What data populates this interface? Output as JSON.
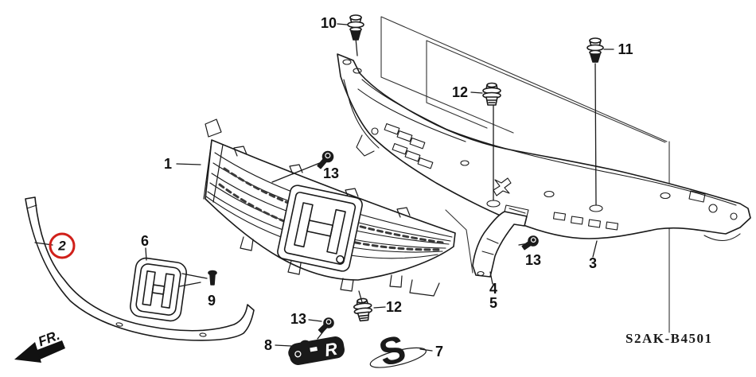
{
  "diagram": {
    "figure_code": "S2AK-B4501",
    "direction_label": "FR.",
    "badge_letters": {
      "part7": "S",
      "part8": "R"
    },
    "colors": {
      "line": "#1a1a1a",
      "highlight_red": "#d0201a",
      "background": "#ffffff"
    },
    "callouts": [
      {
        "num": "1"
      },
      {
        "num": "2",
        "circled": true
      },
      {
        "num": "3"
      },
      {
        "num": "4"
      },
      {
        "num": "5"
      },
      {
        "num": "6"
      },
      {
        "num": "7"
      },
      {
        "num": "8"
      },
      {
        "num": "9"
      },
      {
        "num": "10"
      },
      {
        "num": "11"
      },
      {
        "num": "12"
      },
      {
        "num": "12"
      },
      {
        "num": "13"
      },
      {
        "num": "13"
      },
      {
        "num": "13"
      }
    ]
  }
}
